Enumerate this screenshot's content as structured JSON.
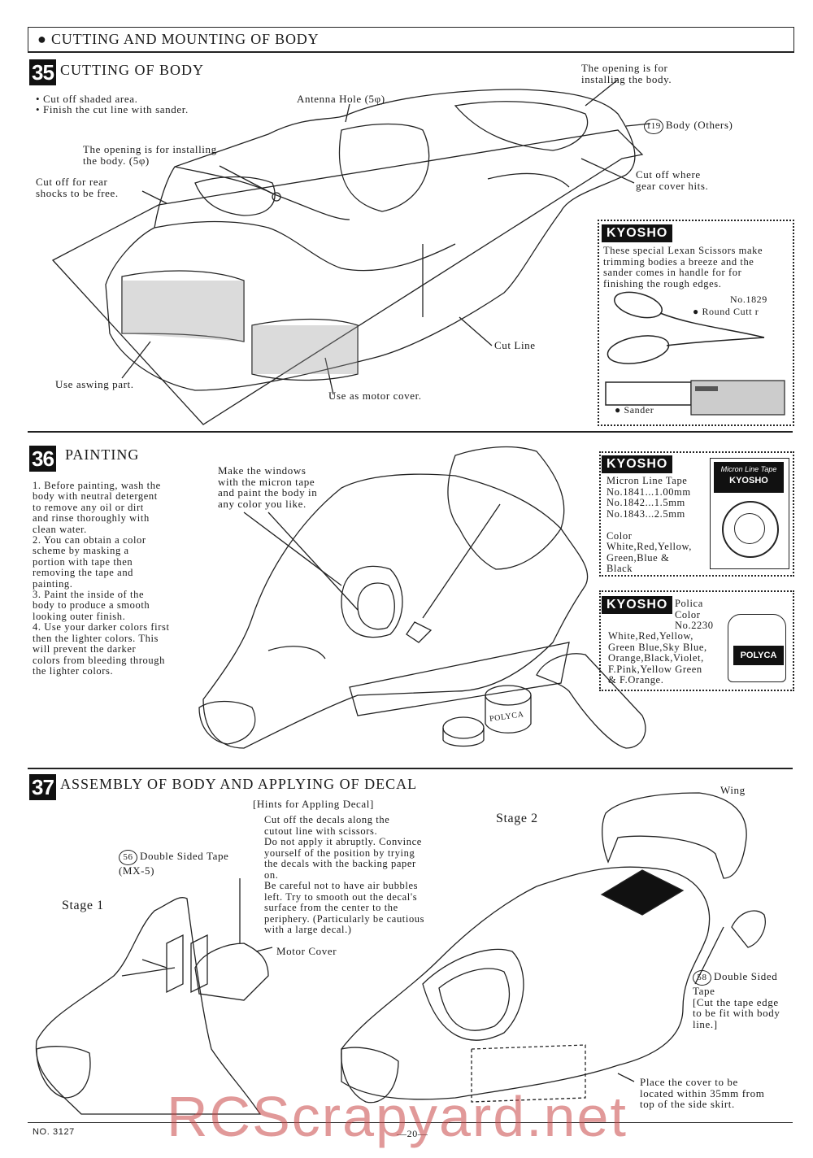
{
  "header": {
    "title": "● CUTTING AND MOUNTING OF BODY"
  },
  "step35": {
    "number": "35",
    "title": "CUTTING OF BODY",
    "bullets": [
      "• Cut off shaded area.",
      "• Finish the cut line with sander."
    ],
    "labels": {
      "antenna_hole": "Antenna Hole (5φ)",
      "opening_top": "The opening is for\ninstalling the body.",
      "body_part_num": "119",
      "body_part": "Body (Others)",
      "opening_mid": "The opening is for installing\nthe body. (5φ)",
      "rear_shocks": "Cut off for rear\nshocks to be free.",
      "gear_cover": "Cut off where\ngear cover hits.",
      "cut_line": "Cut Line",
      "use_wing": "Use aswing part.",
      "use_motor": "Use as motor cover."
    },
    "kyosho_box": {
      "logo": "KYOSHO",
      "text": "These special Lexan Scissors make\ntrimming bodies a breeze and the\nsander comes in handle for for\nfinishing the rough edges.",
      "scissors_no": "No.1829",
      "scissors_label": "● Round Cutt r",
      "sander_label": "● Sander"
    }
  },
  "step36": {
    "number": "36",
    "title": "PAINTING",
    "instructions": "1. Before painting, wash the\n   body with neutral detergent\n   to remove any oil or dirt\n   and rinse thoroughly with\n   clean water.\n2. You can obtain a color\n   scheme by masking a\n   portion with tape then\n   removing the tape and\n   painting.\n3. Paint the inside of the\n   body to produce a smooth\n   looking outer finish.\n4. Use your darker colors first\n   then the lighter colors. This\n   will prevent the darker\n   colors from bleeding through\n   the lighter colors.",
    "windows_note": "Make the windows\nwith the micron tape\nand paint the body in\nany color you like.",
    "tape_box": {
      "logo": "KYOSHO",
      "text": "Micron Line Tape\nNo.1841...1.00mm\nNo.1842...1.5mm\nNo.1843...2.5mm\n\nColor\nWhite,Red,Yellow,\nGreen,Blue &\nBlack",
      "package_title": "Micron Line Tape",
      "package_brand": "KYOSHO"
    },
    "polica_box": {
      "logo": "KYOSHO",
      "name": "Polica\nColor\nNo.2230",
      "colors": "White,Red,Yellow,\nGreen Blue,Sky Blue,\nOrange,Black,Violet,\nF.Pink,Yellow Green\n& F.Orange.",
      "jar_label": "POLYCA"
    },
    "paint_jar": "POLYCA"
  },
  "step37": {
    "number": "37",
    "title": "ASSEMBLY OF BODY AND APPLYING OF DECAL",
    "hints_title": "[Hints for Appling Decal]",
    "hints": "Cut off the decals along the\ncutout line with scissors.\nDo not apply it abruptly. Convince\nyourself of the position by trying\nthe decals with the backing paper\non.\nBe careful not to have air bubbles\nleft. Try to smooth out the decal's\nsurface from the center to the\nperiphery. (Particularly be cautious\nwith a large decal.)",
    "stage1": "Stage 1",
    "stage2": "Stage 2",
    "tape56_num": "56",
    "tape56": "Double Sided Tape\n(MX-5)",
    "motor_cover": "Motor Cover",
    "wing": "Wing",
    "tape58_num": "58",
    "tape58": "Double Sided\nTape\n[Cut the tape edge\nto be fit with body\nline.]",
    "cover_note": "Place the cover to be\nlocated within 35mm from\ntop of the side skirt."
  },
  "footer": {
    "doc_no": "NO. 3127",
    "page": "—20—",
    "watermark": "RCScrapyard.net"
  }
}
